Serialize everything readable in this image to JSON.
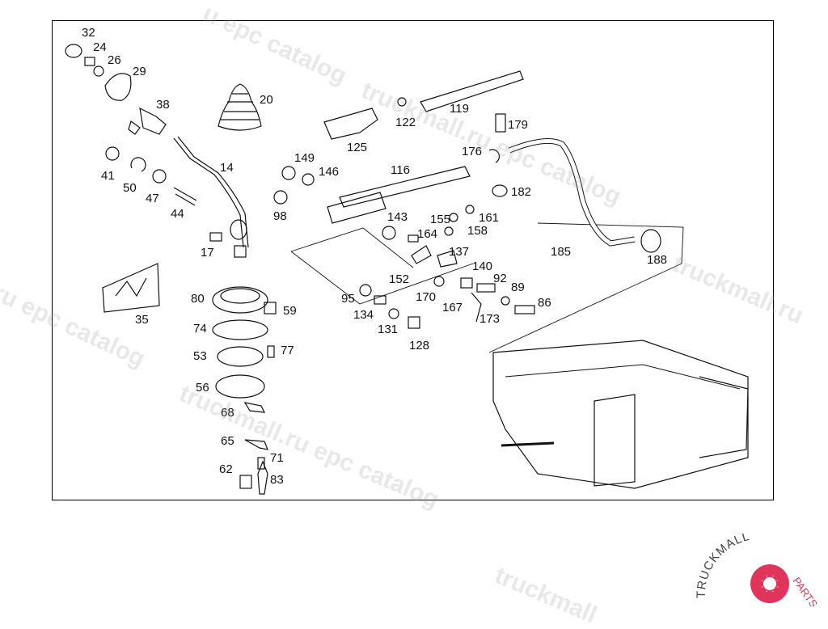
{
  "diagram": {
    "callouts": [
      {
        "id": "c32",
        "text": "32"
      },
      {
        "id": "c24",
        "text": "24"
      },
      {
        "id": "c26",
        "text": "26"
      },
      {
        "id": "c29",
        "text": "29"
      },
      {
        "id": "c38",
        "text": "38"
      },
      {
        "id": "c20",
        "text": "20"
      },
      {
        "id": "c14",
        "text": "14"
      },
      {
        "id": "c41",
        "text": "41"
      },
      {
        "id": "c50",
        "text": "50"
      },
      {
        "id": "c47",
        "text": "47"
      },
      {
        "id": "c44",
        "text": "44"
      },
      {
        "id": "c17",
        "text": "17"
      },
      {
        "id": "c35",
        "text": "35"
      },
      {
        "id": "c80",
        "text": "80"
      },
      {
        "id": "c59",
        "text": "59"
      },
      {
        "id": "c74",
        "text": "74"
      },
      {
        "id": "c53",
        "text": "53"
      },
      {
        "id": "c77",
        "text": "77"
      },
      {
        "id": "c56",
        "text": "56"
      },
      {
        "id": "c68",
        "text": "68"
      },
      {
        "id": "c65",
        "text": "65"
      },
      {
        "id": "c62",
        "text": "62"
      },
      {
        "id": "c71",
        "text": "71"
      },
      {
        "id": "c83",
        "text": "83"
      },
      {
        "id": "c119",
        "text": "119"
      },
      {
        "id": "c122",
        "text": "122"
      },
      {
        "id": "c125",
        "text": "125"
      },
      {
        "id": "c179",
        "text": "179"
      },
      {
        "id": "c176",
        "text": "176"
      },
      {
        "id": "c182",
        "text": "182"
      },
      {
        "id": "c149",
        "text": "149"
      },
      {
        "id": "c146",
        "text": "146"
      },
      {
        "id": "c116",
        "text": "116"
      },
      {
        "id": "c98",
        "text": "98"
      },
      {
        "id": "c143",
        "text": "143"
      },
      {
        "id": "c155",
        "text": "155"
      },
      {
        "id": "c161",
        "text": "161"
      },
      {
        "id": "c164",
        "text": "164"
      },
      {
        "id": "c158",
        "text": "158"
      },
      {
        "id": "c137",
        "text": "137"
      },
      {
        "id": "c185",
        "text": "185"
      },
      {
        "id": "c188",
        "text": "188"
      },
      {
        "id": "c152",
        "text": "152"
      },
      {
        "id": "c140",
        "text": "140"
      },
      {
        "id": "c92",
        "text": "92"
      },
      {
        "id": "c89",
        "text": "89"
      },
      {
        "id": "c86",
        "text": "86"
      },
      {
        "id": "c95",
        "text": "95"
      },
      {
        "id": "c170",
        "text": "170"
      },
      {
        "id": "c167",
        "text": "167"
      },
      {
        "id": "c173",
        "text": "173"
      },
      {
        "id": "c134",
        "text": "134"
      },
      {
        "id": "c131",
        "text": "131"
      },
      {
        "id": "c128",
        "text": "128"
      }
    ]
  },
  "watermark": {
    "text_main": "truckmall.ru epc catalog",
    "text_a": "ru epc catalog",
    "text_b": "truckmall",
    "text_c": "truckmall.ru",
    "text_d": "epc catalog",
    "text_e": "u epc catalog"
  },
  "brand": {
    "name_a": "TRUCKMALL",
    "name_b": "PARTS",
    "color_primary": "#e0345a",
    "color_secondary": "#444444"
  }
}
